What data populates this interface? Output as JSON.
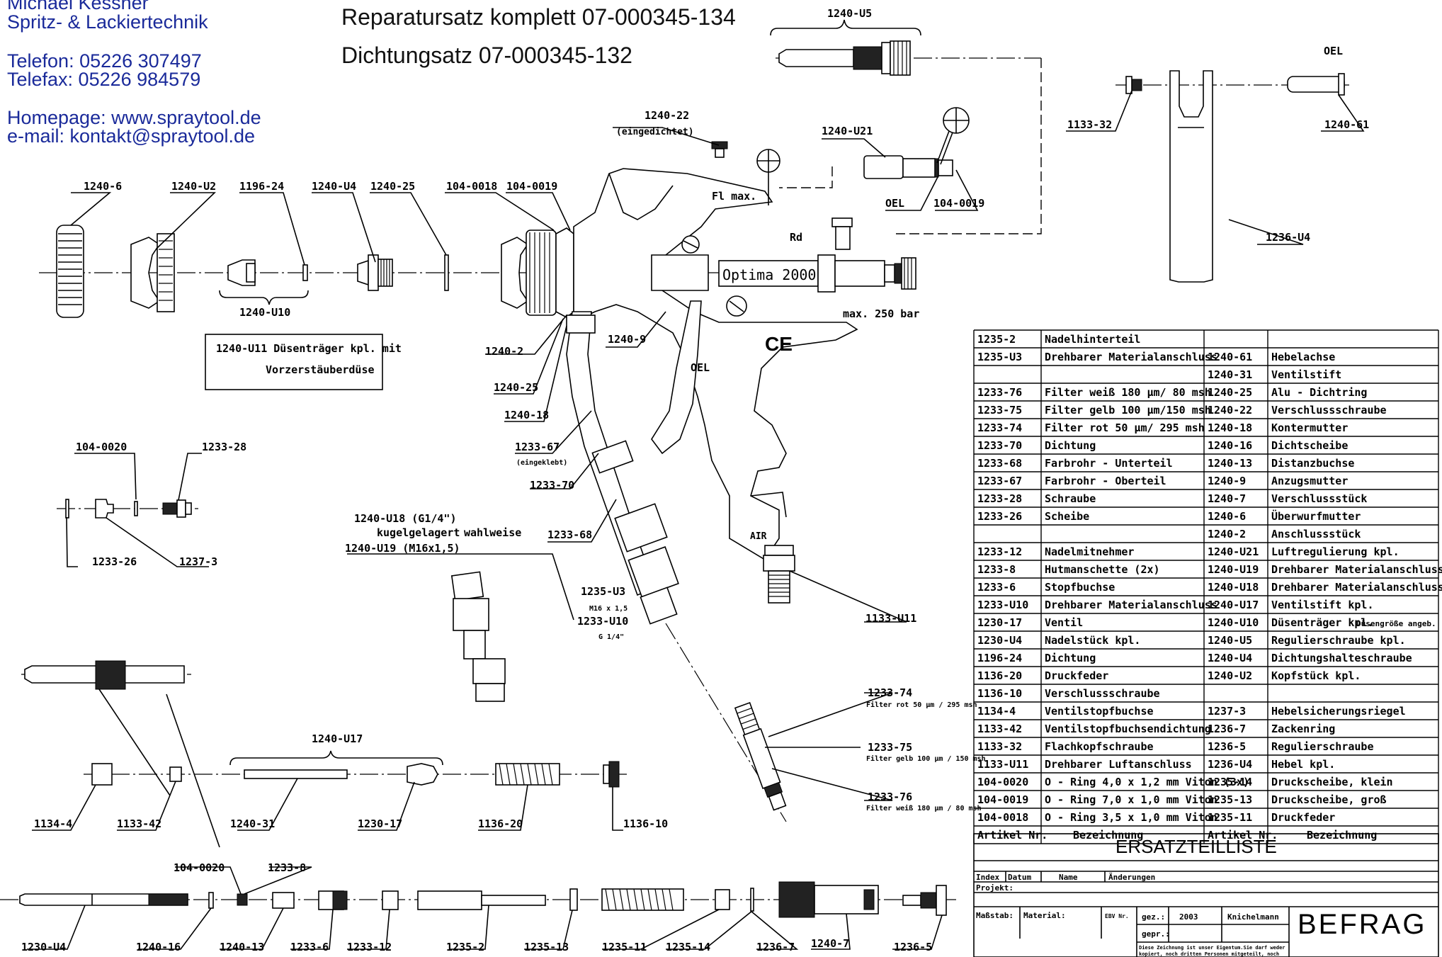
{
  "header": {
    "company_line1": "Michael Kessner",
    "company_line2": "Spritz- & Lackiertechnik",
    "phone": "Telefon: 05226 307497",
    "fax": "Telefax: 05226 984579",
    "homepage": "Homepage: www.spraytool.de",
    "email": "e-mail: kontakt@spraytool.de",
    "repair_kit": "Reparatursatz komplett  07-000345-134",
    "seal_kit": "Dichtungsatz 07-000345-132"
  },
  "callouts": {
    "c1240_6": "1240-6",
    "c1240_U2": "1240-U2",
    "c1196_24": "1196-24",
    "c1240_U4": "1240-U4",
    "c1240_25a": "1240-25",
    "c104_0018a": "104-0018",
    "c104_0019a": "104-0019",
    "c1240_U10": "1240-U10",
    "c1240_U5": "1240-U5",
    "c1240_22": "1240-22",
    "c1240_22b": "(eingedichtet)",
    "c1240_U21": "1240-U21",
    "c104_0019b": "104-0019",
    "oel1": "OEL",
    "oel2": "OEL",
    "oel3": "OEL",
    "flmax": "Fl max.",
    "rd": "Rd",
    "optima": "Optima 2000",
    "maxbar": "max. 250 bar",
    "ce": "CE",
    "air": "AIR",
    "c1240_2": "1240-2",
    "c1240_9": "1240-9",
    "c1240_25b": "1240-25",
    "c1240_18": "1240-18",
    "c1233_67": "1233-67",
    "c1233_67b": "(eingeklebt)",
    "c1233_70": "1233-70",
    "c1233_68": "1233-68",
    "c1133_32": "1133-32",
    "c1240_61": "1240-61",
    "c1236_U4": "1236-U4",
    "u11_line1": "1240-U11  Düsenträger kpl. mit",
    "u11_line2": "Vorzerstäuberdüse",
    "c104_0020a": "104-0020",
    "c1233_28": "1233-28",
    "c1233_26": "1233-26",
    "c1237_3": "1237-3",
    "u18_1": "1240-U18 (G1/4\")",
    "u18_2": "kugelgelagert",
    "u18_3": "1240-U19 (M16x1,5)",
    "wahl": "wahlweise",
    "c1235_U3": "1235-U3",
    "m16": "M16 x 1,5",
    "c1233_U10": "1233-U10",
    "g14": "G 1/4\"",
    "c1133_U11": "1133-U11",
    "c1233_74": "1233-74",
    "f74": "Filter rot 50 µm / 295 msh",
    "c1233_75": "1233-75",
    "f75": "Filter gelb 100 µm / 150 msh",
    "c1233_76": "1233-76",
    "f76": "Filter weiß 180 µm / 80 msh",
    "c1240_U17": "1240-U17",
    "c1134_4": "1134-4",
    "c1133_42": "1133-42",
    "c1240_31": "1240-31",
    "c1230_17": "1230-17",
    "c1136_20": "1136-20",
    "c1136_10": "1136-10",
    "c104_0020b": "104-0020",
    "c1233_8": "1233-8",
    "c1230_U4": "1230-U4",
    "c1240_16": "1240-16",
    "c1240_13": "1240-13",
    "c1233_6": "1233-6",
    "c1233_12": "1233-12",
    "c1235_2": "1235-2",
    "c1235_13": "1235-13",
    "c1235_11": "1235-11",
    "c1235_14": "1235-14",
    "c1236_7": "1236-7",
    "c1240_7": "1240-7",
    "c1236_5": "1236-5"
  },
  "parts_table": {
    "rows": [
      [
        "1235-2",
        "Nadelhinterteil",
        "",
        ""
      ],
      [
        "1235-U3",
        "Drehbarer Materialanschluss",
        "1240-61",
        "Hebelachse"
      ],
      [
        "",
        "",
        "1240-31",
        "Ventilstift"
      ],
      [
        "1233-76",
        "Filter weiß 180 µm/ 80 msh",
        "1240-25",
        "Alu - Dichtring"
      ],
      [
        "1233-75",
        "Filter gelb 100 µm/150 msh",
        "1240-22",
        "Verschlussschraube"
      ],
      [
        "1233-74",
        "Filter rot  50 µm/ 295 msh",
        "1240-18",
        "Kontermutter"
      ],
      [
        "1233-70",
        "Dichtung",
        "1240-16",
        "Dichtscheibe"
      ],
      [
        "1233-68",
        "Farbrohr - Unterteil",
        "1240-13",
        "Distanzbuchse"
      ],
      [
        "1233-67",
        "Farbrohr - Oberteil",
        "1240-9",
        "Anzugsmutter"
      ],
      [
        "1233-28",
        "Schraube",
        "1240-7",
        "Verschlussstück"
      ],
      [
        "1233-26",
        "Scheibe",
        "1240-6",
        "Überwurfmutter"
      ],
      [
        "",
        "",
        "1240-2",
        "Anschlussstück"
      ],
      [
        "1233-12",
        "Nadelmitnehmer",
        "1240-U21",
        "Luftregulierung kpl."
      ],
      [
        "1233-8",
        "Hutmanschette  (2x)",
        "1240-U19",
        "Drehbarer Materialanschluss"
      ],
      [
        "1233-6",
        "Stopfbuchse",
        "1240-U18",
        "Drehbarer Materialanschluss"
      ],
      [
        "1233-U10",
        "Drehbarer Materialanschluss",
        "1240-U17",
        "Ventilstift kpl."
      ],
      [
        "1230-17",
        "Ventil",
        "1240-U10",
        "Düsenträger kpl."
      ],
      [
        "1230-U4",
        "Nadelstück kpl.",
        "1240-U5",
        "Regulierschraube kpl."
      ],
      [
        "1196-24",
        "Dichtung",
        "1240-U4",
        "Dichtungshalteschraube"
      ],
      [
        "1136-20",
        "Druckfeder",
        "1240-U2",
        "Kopfstück kpl."
      ],
      [
        "1136-10",
        "Verschlussschraube",
        "",
        ""
      ],
      [
        "1134-4",
        "Ventilstopfbuchse",
        "1237-3",
        "Hebelsicherungsriegel"
      ],
      [
        "1133-42",
        "Ventilstopfbuchsendichtung",
        "1236-7",
        "Zackenring"
      ],
      [
        "1133-32",
        "Flachkopfschraube",
        "1236-5",
        "Regulierschraube"
      ],
      [
        "1133-U11",
        "Drehbarer Luftanschluss",
        "1236-U4",
        "Hebel kpl."
      ],
      [
        "104-0020",
        "O - Ring 4,0 x 1,2 mm Viton (3x)",
        "1235-14",
        "Druckscheibe, klein"
      ],
      [
        "104-0019",
        "O - Ring 7,0 x 1,0 mm Viton",
        "1235-13",
        "Druckscheibe, groß"
      ],
      [
        "104-0018",
        "O - Ring 3,5 x 1,0 mm Viton",
        "1235-11",
        "Druckfeder"
      ]
    ],
    "u10_note": "Düsengröße angeb.",
    "hdr_art": "Artikel Nr.",
    "hdr_bez": "Bezeichnung",
    "hdr_art2": "Artikel Nr.",
    "hdr_bez2": "Bezeichnung",
    "title": "ERSATZTEILLISTE",
    "idx": "Index",
    "datum": "Datum",
    "name": "Name",
    "aend": "Änderungen",
    "projekt": "Projekt:",
    "massstab": "Maßstab:",
    "material": "Material:",
    "ebv": "EBV Nr.",
    "gez": "gez.:",
    "year": "2003",
    "drawer": "Knichelmann",
    "gepr": "gepr.:",
    "note1": "Diese Zeichnung ist unser Eigentum.Sie darf weder",
    "note2": "kopiert, noch dritten Personen mitgeteilt, noch",
    "brand": "BEFRAG"
  }
}
